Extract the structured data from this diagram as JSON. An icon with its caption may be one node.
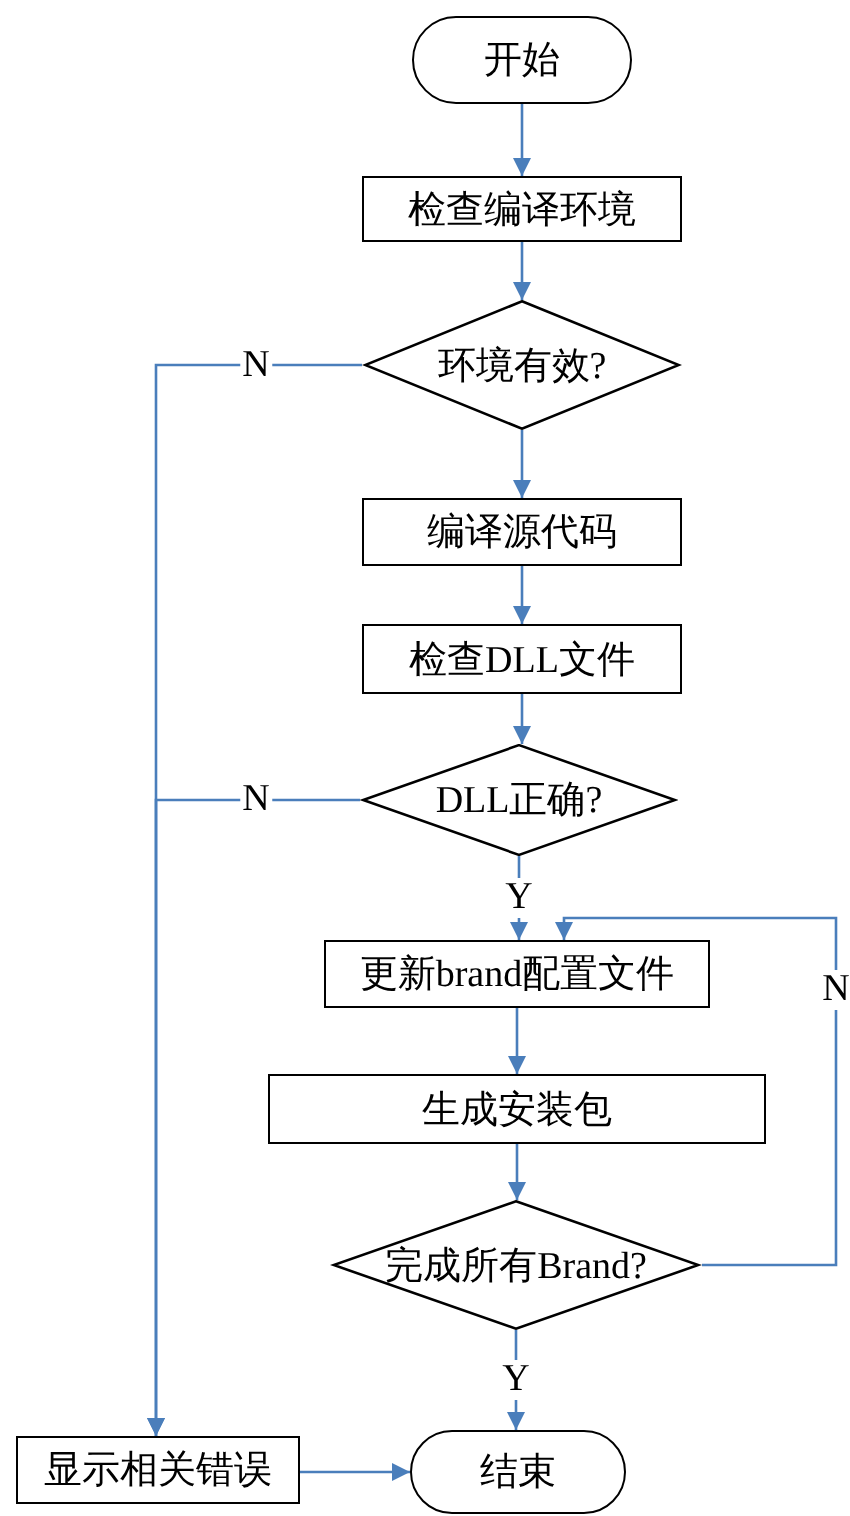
{
  "diagram": {
    "nodes": [
      {
        "text": [
          "开始"
        ]
      },
      {
        "text": [
          "检查编译环境"
        ]
      },
      {
        "text": [
          "环境有效?"
        ]
      },
      {
        "text": [
          "编译源代码"
        ]
      },
      {
        "text": [
          "检查DLL文件"
        ]
      },
      {
        "text": [
          "DLL正确?"
        ]
      },
      {
        "text": [
          "更新brand配置文件"
        ]
      },
      {
        "text": [
          "生成安装包"
        ]
      },
      {
        "text": [
          "完成所有Brand?"
        ]
      },
      {
        "text": [
          "显示相关错误"
        ]
      },
      {
        "text": [
          "结束"
        ]
      }
    ],
    "edges": [
      {
        "from": 0,
        "to": 1,
        "arrow": "to"
      },
      {
        "from": 1,
        "to": 2,
        "arrow": "to"
      },
      {
        "from": 2,
        "to": 9,
        "arrow": "to",
        "label": "N"
      },
      {
        "from": 2,
        "to": 3,
        "arrow": "to"
      },
      {
        "from": 3,
        "to": 4,
        "arrow": "to"
      },
      {
        "from": 4,
        "to": 5,
        "arrow": "to"
      },
      {
        "from": 5,
        "to": 9,
        "arrow": "to",
        "label": "N"
      },
      {
        "from": 5,
        "to": 6,
        "arrow": "to",
        "label": "Y"
      },
      {
        "from": 6,
        "to": 7,
        "arrow": "to"
      },
      {
        "from": 7,
        "to": 8,
        "arrow": "to"
      },
      {
        "from": 8,
        "to": 6,
        "arrow": "to",
        "label": "N"
      },
      {
        "from": 8,
        "to": 10,
        "arrow": "to",
        "label": "Y"
      },
      {
        "from": 9,
        "to": 10,
        "arrow": "to"
      }
    ]
  }
}
